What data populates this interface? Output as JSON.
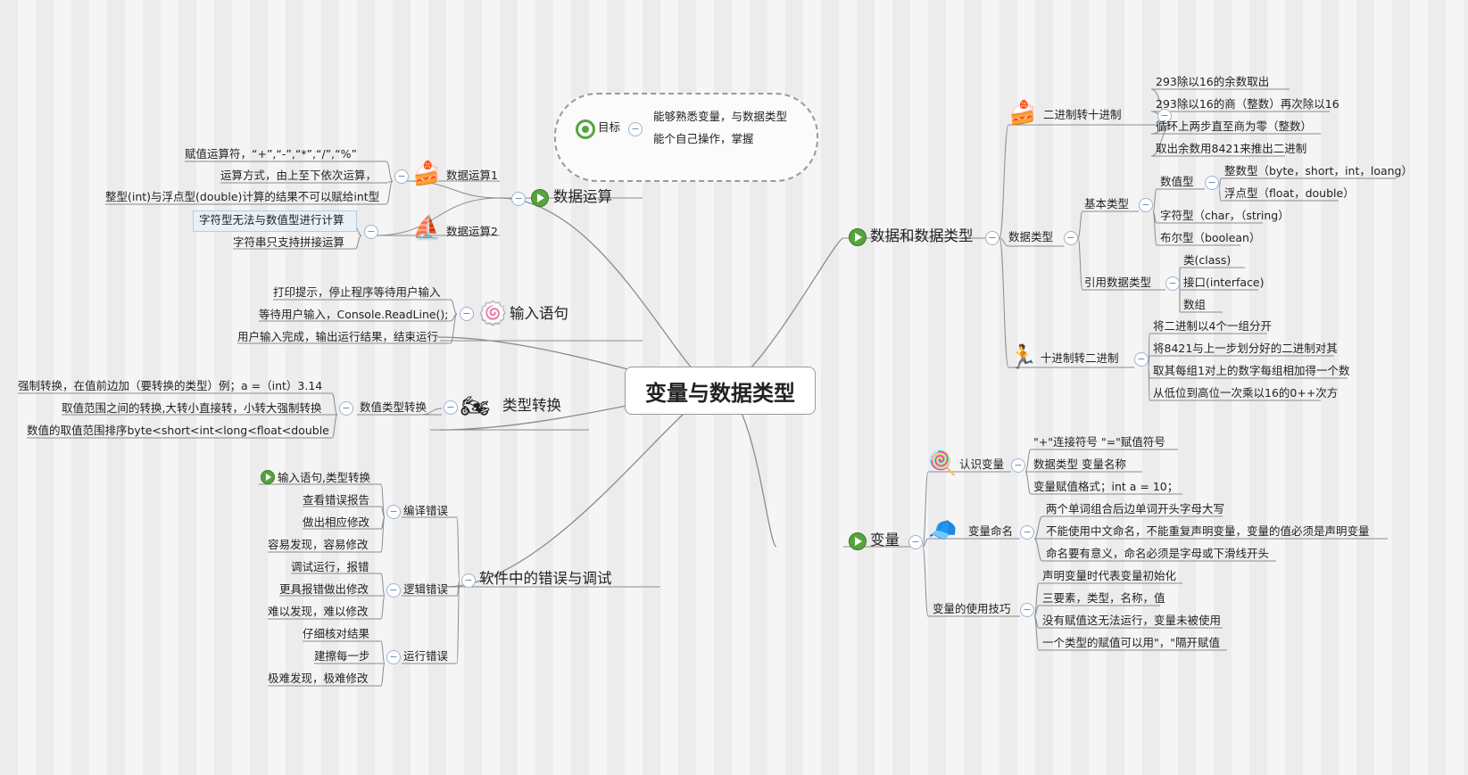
{
  "center_topic": "变量与数据类型",
  "colors": {
    "line": "#8c8c8c",
    "collapse": "#5d86b8",
    "marker": "#56a43c"
  },
  "goal": {
    "label": "目标",
    "items": [
      "能够熟悉变量，与数据类型",
      "能个自己操作，掌握"
    ]
  },
  "left": {
    "data_ops": {
      "label": "数据运算",
      "op1": {
        "label": "数据运算1",
        "icon": "cake-icon",
        "items": [
          "赋值运算符，“+”,“-”,“*”,“/”,“%”",
          "运算方式，由上至下依次运算，",
          "整型(int)与浮点型(double)计算的结果不可以赋给int型"
        ]
      },
      "op2": {
        "label": "数据运算2",
        "icon": "sailboat-icon",
        "items": [
          "字符型无法与数值型进行计算",
          "字符串只支持拼接运算"
        ]
      }
    },
    "input": {
      "label": "输入语句",
      "icon": "swiss-roll-icon",
      "items": [
        "打印提示，停止程序等待用户输入",
        "等待用户输入，Console.ReadLine();",
        "用户输入完成，输出运行结果，结束运行"
      ]
    },
    "cast": {
      "label": "类型转换",
      "icon": "motorcycle-icon",
      "sub": {
        "label": "数值类型转换",
        "items": [
          "强制转换，在值前边加（要转换的类型）例；a =（int）3.14",
          "取值范围之间的转换,大转小直接转，小转大强制转换",
          "数值的取值范围排序byte<short<int<long<float<double"
        ]
      }
    },
    "errors": {
      "label": "软件中的错误与调试",
      "compile": {
        "label": "编译错误",
        "items": [
          "输入语句,类型转换",
          "查看错误报告",
          "做出相应修改",
          "容易发现，容易修改"
        ]
      },
      "logic": {
        "label": "逻辑错误",
        "items": [
          "调试运行，报错",
          "更具报错做出修改",
          "难以发现，难以修改"
        ]
      },
      "runtime": {
        "label": "运行错误",
        "items": [
          "仔细核对结果",
          "建擦每一步",
          "极难发现，极难修改"
        ]
      }
    }
  },
  "right": {
    "types": {
      "label": "数据和数据类型",
      "bin2dec": {
        "label": "二进制转十进制",
        "icon": "cake-slice-icon",
        "items": [
          "293除以16的余数取出",
          "293除以16的商（整数）再次除以16",
          "循环上两步直至商为零（整数）",
          "取出余数用8421来推出二进制"
        ]
      },
      "dtype": {
        "label": "数据类型",
        "basic": {
          "label": "基本类型",
          "numeric": {
            "label": "数值型",
            "items": [
              "整数型（byte，short，int，loang）",
              "浮点型（float，double）"
            ]
          },
          "char": "字符型（char，（string）",
          "bool": "布尔型（boolean）"
        },
        "ref": {
          "label": "引用数据类型",
          "items": [
            "类(class)",
            "接口(interface)",
            "数组"
          ]
        }
      },
      "dec2bin": {
        "label": "十进制转二进制",
        "icon": "treadmill-icon",
        "items": [
          "将二进制以4个一组分开",
          "将8421与上一步划分好的二进制对其",
          "取其每组1对上的数字每组相加得一个数",
          "从低位到高位一次乘以16的0++次方"
        ]
      }
    },
    "variables": {
      "label": "变量",
      "know": {
        "label": "认识变量",
        "icon": "candy-icon",
        "items": [
          "\"+\"连接符号 \"=\"赋值符号",
          "数据类型 变量名称",
          "变量赋值格式；int a = 10；"
        ]
      },
      "naming": {
        "label": "变量命名",
        "icon": "cap-icon",
        "items": [
          "两个单词组合后边单词开头字母大写",
          "不能使用中文命名，不能重复声明变量，变量的值必须是声明变量",
          "命名要有意义，命名必须是字母或下滑线开头"
        ]
      },
      "usage": {
        "label": "变量的使用技巧",
        "items": [
          "声明变量时代表变量初始化",
          "三要素，类型，名称，值",
          "没有赋值这无法运行，变量未被使用",
          "一个类型的赋值可以用\"，\"隔开赋值"
        ]
      }
    }
  }
}
